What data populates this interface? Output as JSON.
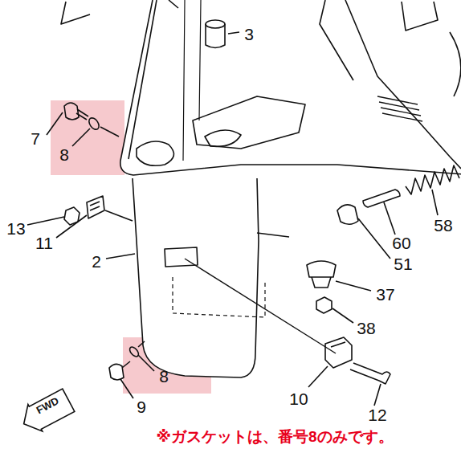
{
  "diagram": {
    "nodes": [
      {
        "text": [
          "FWD"
        ]
      }
    ],
    "labels": [
      "3",
      "7",
      "8",
      "13",
      "11",
      "2",
      "58",
      "60",
      "51",
      "37",
      "38",
      "8",
      "9",
      "10",
      "12",
      "※ガスケットは、番号8のみです。"
    ]
  }
}
